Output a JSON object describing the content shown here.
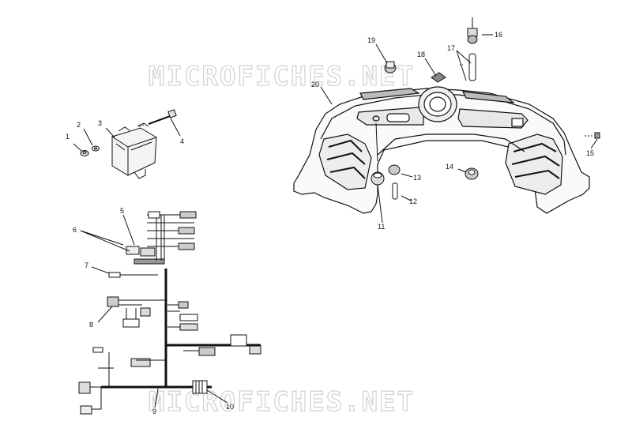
{
  "diagram": {
    "watermark_top": "MICROFICHES.NET",
    "watermark_bottom": "MICROFICHES.NET",
    "callouts": {
      "c1": "1",
      "c2": "2",
      "c3": "3",
      "c4": "4",
      "c5": "5",
      "c6": "6",
      "c7": "7",
      "c8": "8",
      "c9": "9",
      "c10": "10",
      "c11": "11",
      "c12": "12",
      "c13": "13",
      "c14": "14",
      "c15": "15",
      "c16": "16",
      "c17": "17",
      "c18": "18",
      "c19": "19",
      "c20": "20"
    }
  }
}
